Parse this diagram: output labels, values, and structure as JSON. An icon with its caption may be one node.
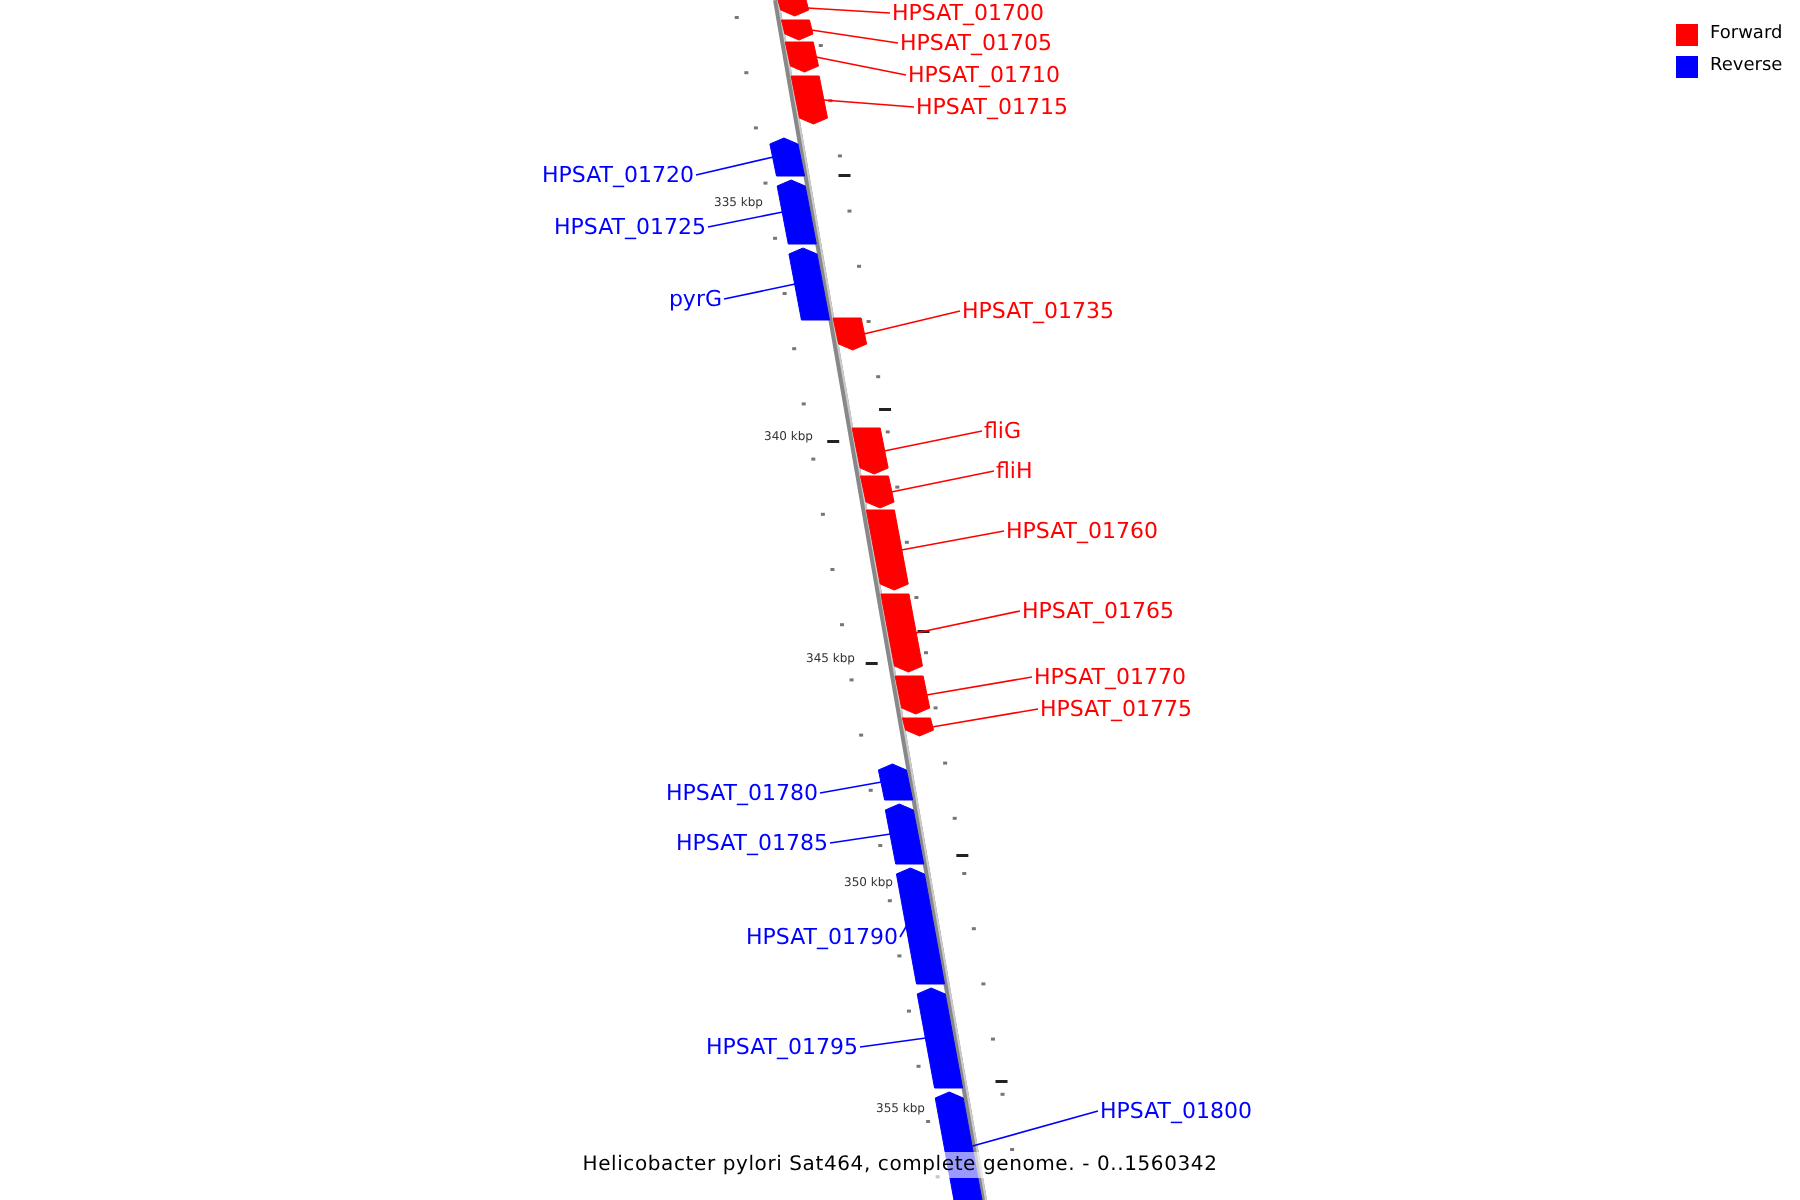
{
  "diagram": {
    "caption": "Helicobacter pylori Sat464, complete genome. - 0..1560342",
    "nodes": [
      {
        "text": [
          "HPSAT_01700"
        ]
      },
      {
        "text": [],
        "shape": "bar"
      },
      {
        "text": [
          "HPSAT_01705"
        ]
      },
      {
        "text": [],
        "shape": "bar"
      },
      {
        "text": [
          "HPSAT_01710"
        ]
      },
      {
        "text": [],
        "shape": "bar"
      },
      {
        "text": [
          "HPSAT_01715"
        ]
      },
      {
        "text": [],
        "shape": "bar"
      },
      {
        "text": [
          "HPSAT_01720"
        ]
      },
      {
        "text": [],
        "shape": "bar"
      },
      {
        "text": [
          "HPSAT_01725"
        ]
      },
      {
        "text": [],
        "shape": "bar"
      },
      {
        "text": [
          "pyrG"
        ]
      },
      {
        "text": [],
        "shape": "bar"
      },
      {
        "text": [
          "HPSAT_01735"
        ]
      },
      {
        "text": [],
        "shape": "bar"
      },
      {
        "text": [
          "fliG"
        ]
      },
      {
        "text": [],
        "shape": "bar"
      },
      {
        "text": [
          "fliH"
        ]
      },
      {
        "text": [],
        "shape": "bar"
      },
      {
        "text": [
          "HPSAT_01760"
        ]
      },
      {
        "text": [],
        "shape": "bar"
      },
      {
        "text": [
          "HPSAT_01765"
        ]
      },
      {
        "text": [],
        "shape": "bar"
      },
      {
        "text": [
          "HPSAT_01770"
        ]
      },
      {
        "text": [],
        "shape": "bar"
      },
      {
        "text": [
          "HPSAT_01775"
        ]
      },
      {
        "text": [],
        "shape": "bar"
      },
      {
        "text": [
          "HPSAT_01780"
        ]
      },
      {
        "text": [],
        "shape": "bar"
      },
      {
        "text": [
          "HPSAT_01785"
        ]
      },
      {
        "text": [],
        "shape": "bar"
      },
      {
        "text": [
          "HPSAT_01790"
        ]
      },
      {
        "text": [],
        "shape": "bar"
      },
      {
        "text": [
          "HPSAT_01795"
        ]
      },
      {
        "text": [],
        "shape": "bar"
      },
      {
        "text": [
          "HPSAT_01800"
        ]
      },
      {
        "text": [],
        "shape": "bar"
      }
    ],
    "edges": [
      {
        "from": 0,
        "to": 1,
        "arrow": "none"
      },
      {
        "from": 2,
        "to": 3,
        "arrow": "none"
      },
      {
        "from": 4,
        "to": 5,
        "arrow": "none"
      },
      {
        "from": 6,
        "to": 7,
        "arrow": "none"
      },
      {
        "from": 8,
        "to": 9,
        "arrow": "none",
        "color": "#0000ff"
      },
      {
        "from": 10,
        "to": 11,
        "arrow": "none",
        "color": "#0000ff"
      },
      {
        "from": 12,
        "to": 13,
        "arrow": "none",
        "color": "#0000ff"
      },
      {
        "from": 14,
        "to": 15,
        "arrow": "none"
      },
      {
        "from": 16,
        "to": 17,
        "arrow": "none"
      },
      {
        "from": 18,
        "to": 19,
        "arrow": "none"
      },
      {
        "from": 20,
        "to": 21,
        "arrow": "none"
      },
      {
        "from": 22,
        "to": 23,
        "arrow": "none"
      },
      {
        "from": 24,
        "to": 25,
        "arrow": "none"
      },
      {
        "from": 26,
        "to": 27,
        "arrow": "none"
      },
      {
        "from": 28,
        "to": 29,
        "arrow": "none",
        "color": "#0000ff"
      },
      {
        "from": 30,
        "to": 31,
        "arrow": "none",
        "color": "#0000ff"
      },
      {
        "from": 32,
        "to": 33,
        "arrow": "none",
        "color": "#0000ff"
      },
      {
        "from": 34,
        "to": 35,
        "arrow": "none",
        "color": "#0000ff"
      },
      {
        "from": 36,
        "to": 37,
        "arrow": "none",
        "color": "#0000ff"
      }
    ],
    "labels": [
      "335 kbp",
      "340 kbp",
      "345 kbp",
      "350 kbp",
      "355 kbp"
    ],
    "legend": [
      {
        "text": "Forward",
        "color": "#ff0000"
      },
      {
        "text": "Reverse",
        "color": "#0000ff"
      }
    ]
  }
}
